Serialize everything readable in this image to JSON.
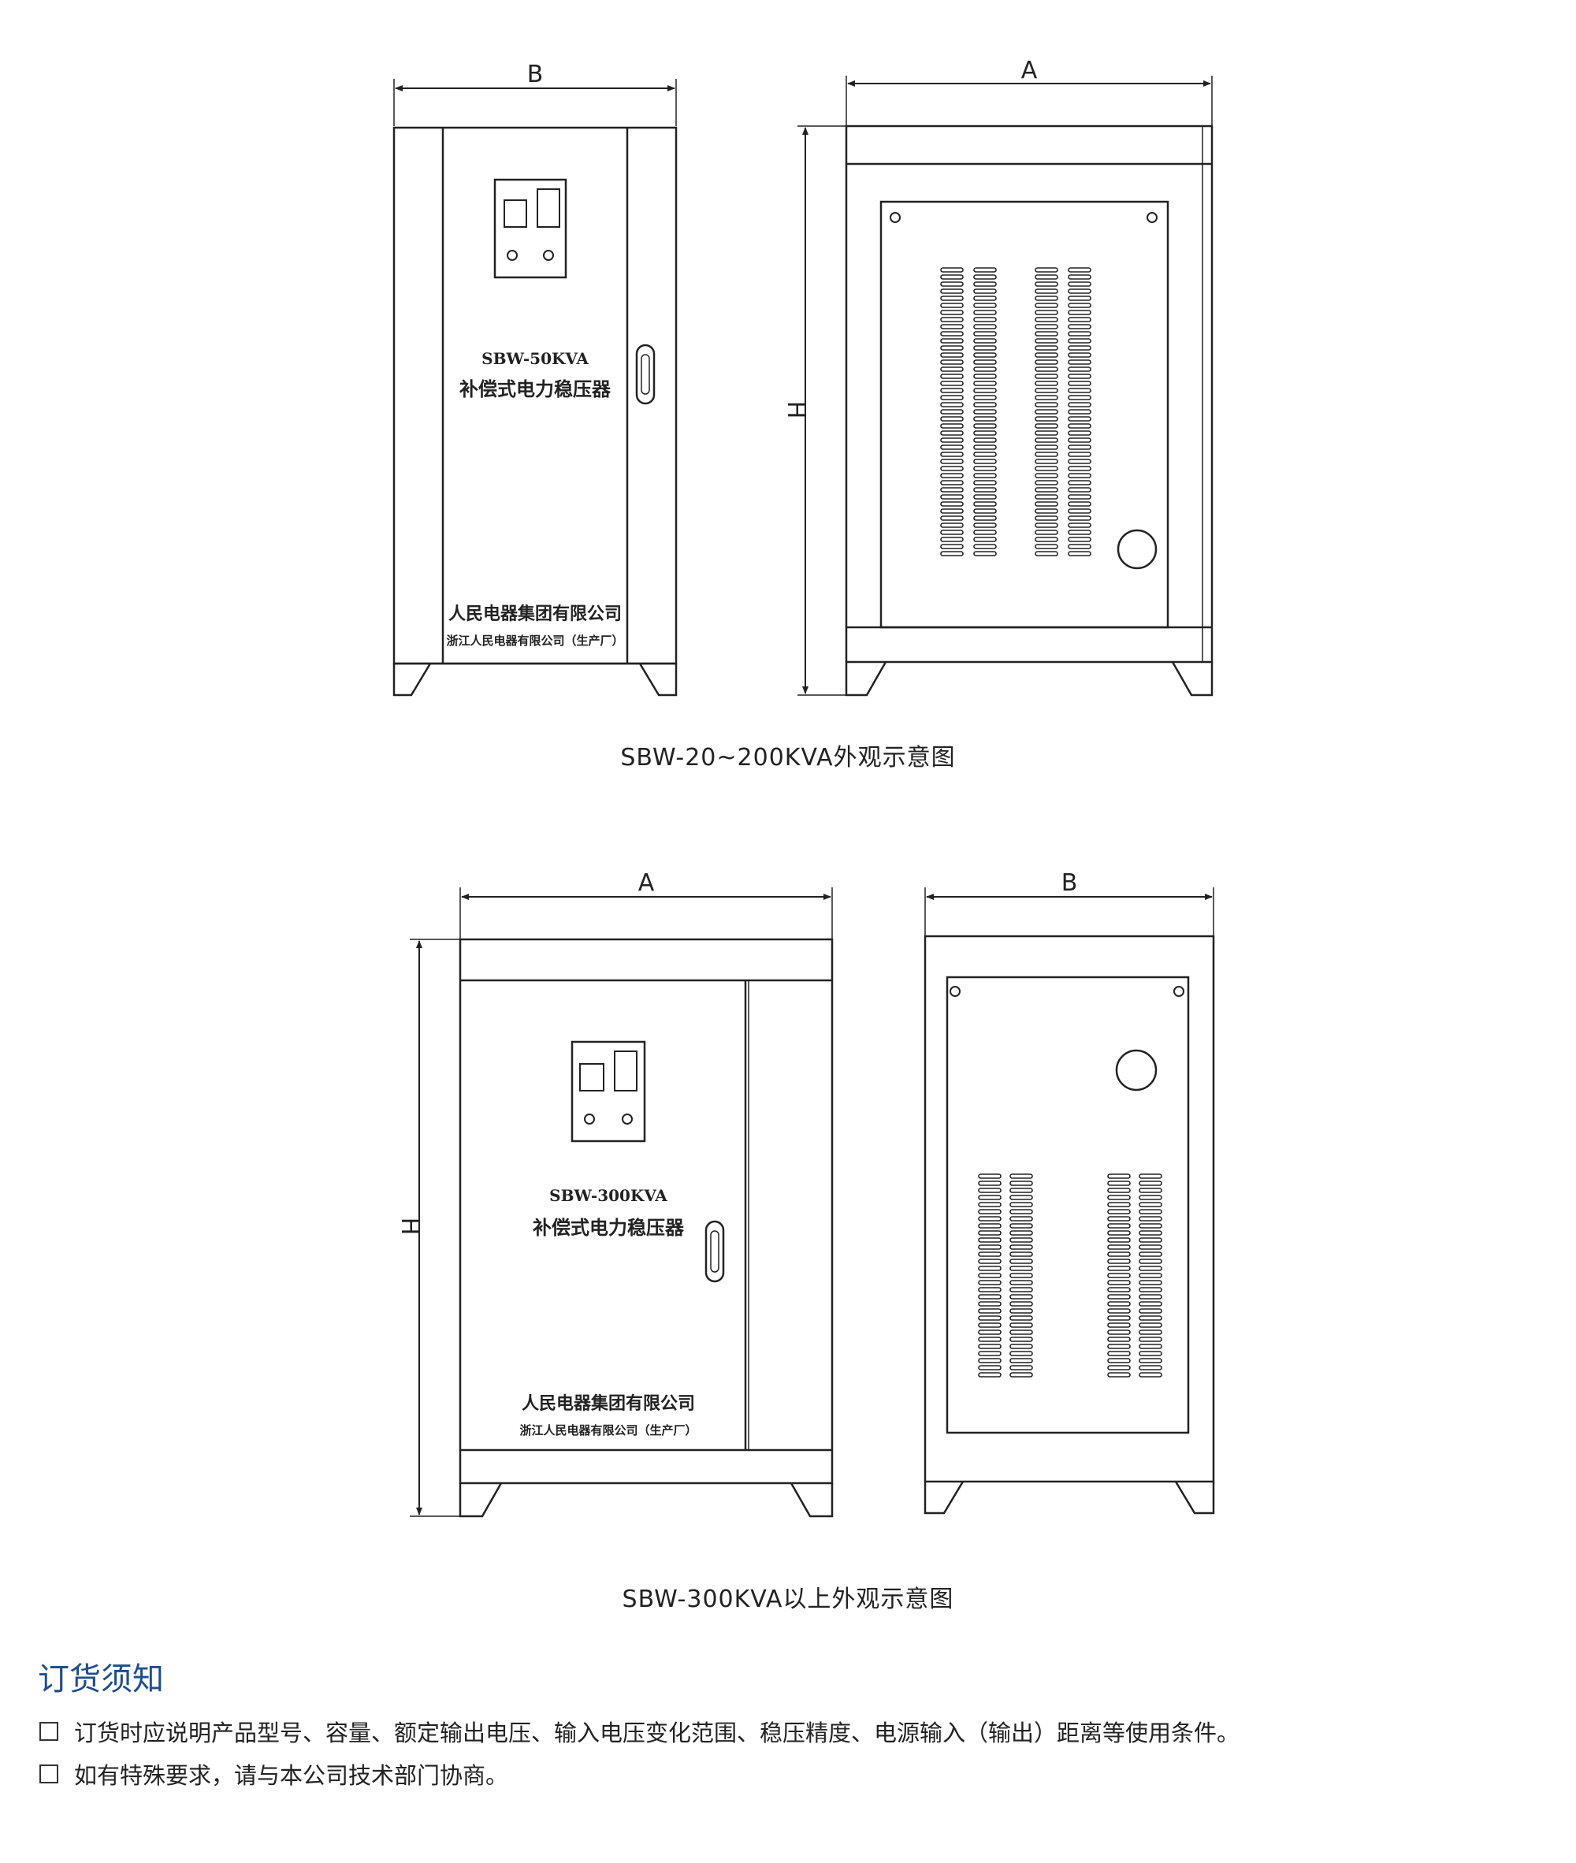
{
  "figure1": {
    "dim_front_width": "B",
    "dim_side_width": "A",
    "dim_height": "H",
    "front_panel": {
      "model": "SBW-50KVA",
      "product": "补偿式电力稳压器",
      "company": "人民电器集团有限公司",
      "manufacturer": "浙江人民电器有限公司（生产厂）"
    },
    "caption": "SBW-20~200KVA外观示意图"
  },
  "figure2": {
    "dim_front_width": "A",
    "dim_side_width": "B",
    "dim_height": "H",
    "front_panel": {
      "model": "SBW-300KVA",
      "product": "补偿式电力稳压器",
      "company": "人民电器集团有限公司",
      "manufacturer": "浙江人民电器有限公司（生产厂）"
    },
    "caption": "SBW-300KVA以上外观示意图"
  },
  "ordering": {
    "title": "订货须知",
    "items": [
      "订货时应说明产品型号、容量、额定输出电压、输入电压变化范围、稳压精度、电源输入（输出）距离等使用条件。",
      "如有特殊要求，请与本公司技术部门协商。"
    ]
  }
}
